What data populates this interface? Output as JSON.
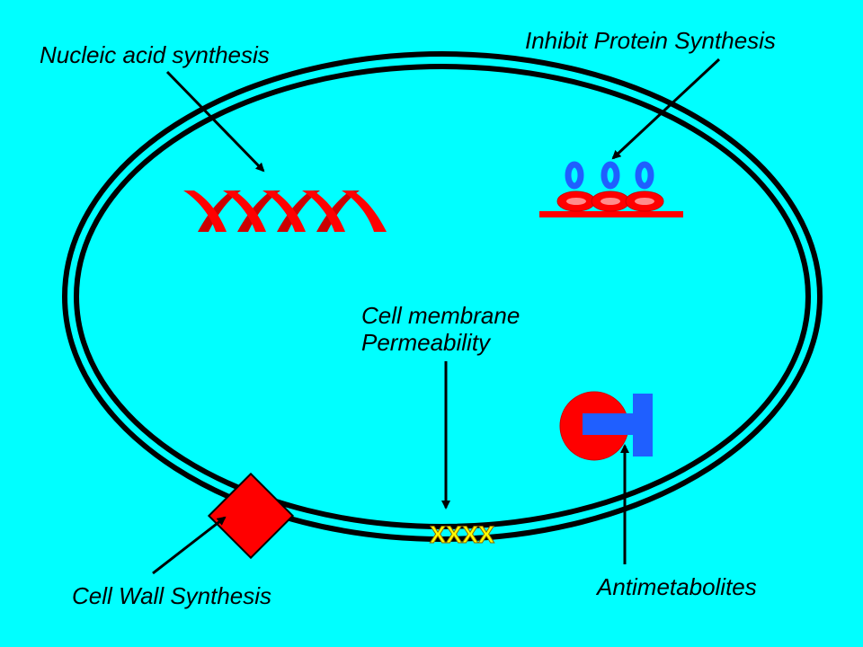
{
  "labels": {
    "nucleic_acid": "Nucleic acid synthesis",
    "protein": "Inhibit Protein Synthesis",
    "membrane_line1": "Cell membrane",
    "membrane_line2": "Permeability",
    "cell_wall": "Cell Wall Synthesis",
    "antimetabolites": "Antimetabolites"
  },
  "membrane_marker": "XXXX",
  "colors": {
    "background": "#00ffff",
    "outline": "#000000",
    "red": "#ff0000",
    "blue": "#1f5fff",
    "yellow": "#ffff00"
  }
}
